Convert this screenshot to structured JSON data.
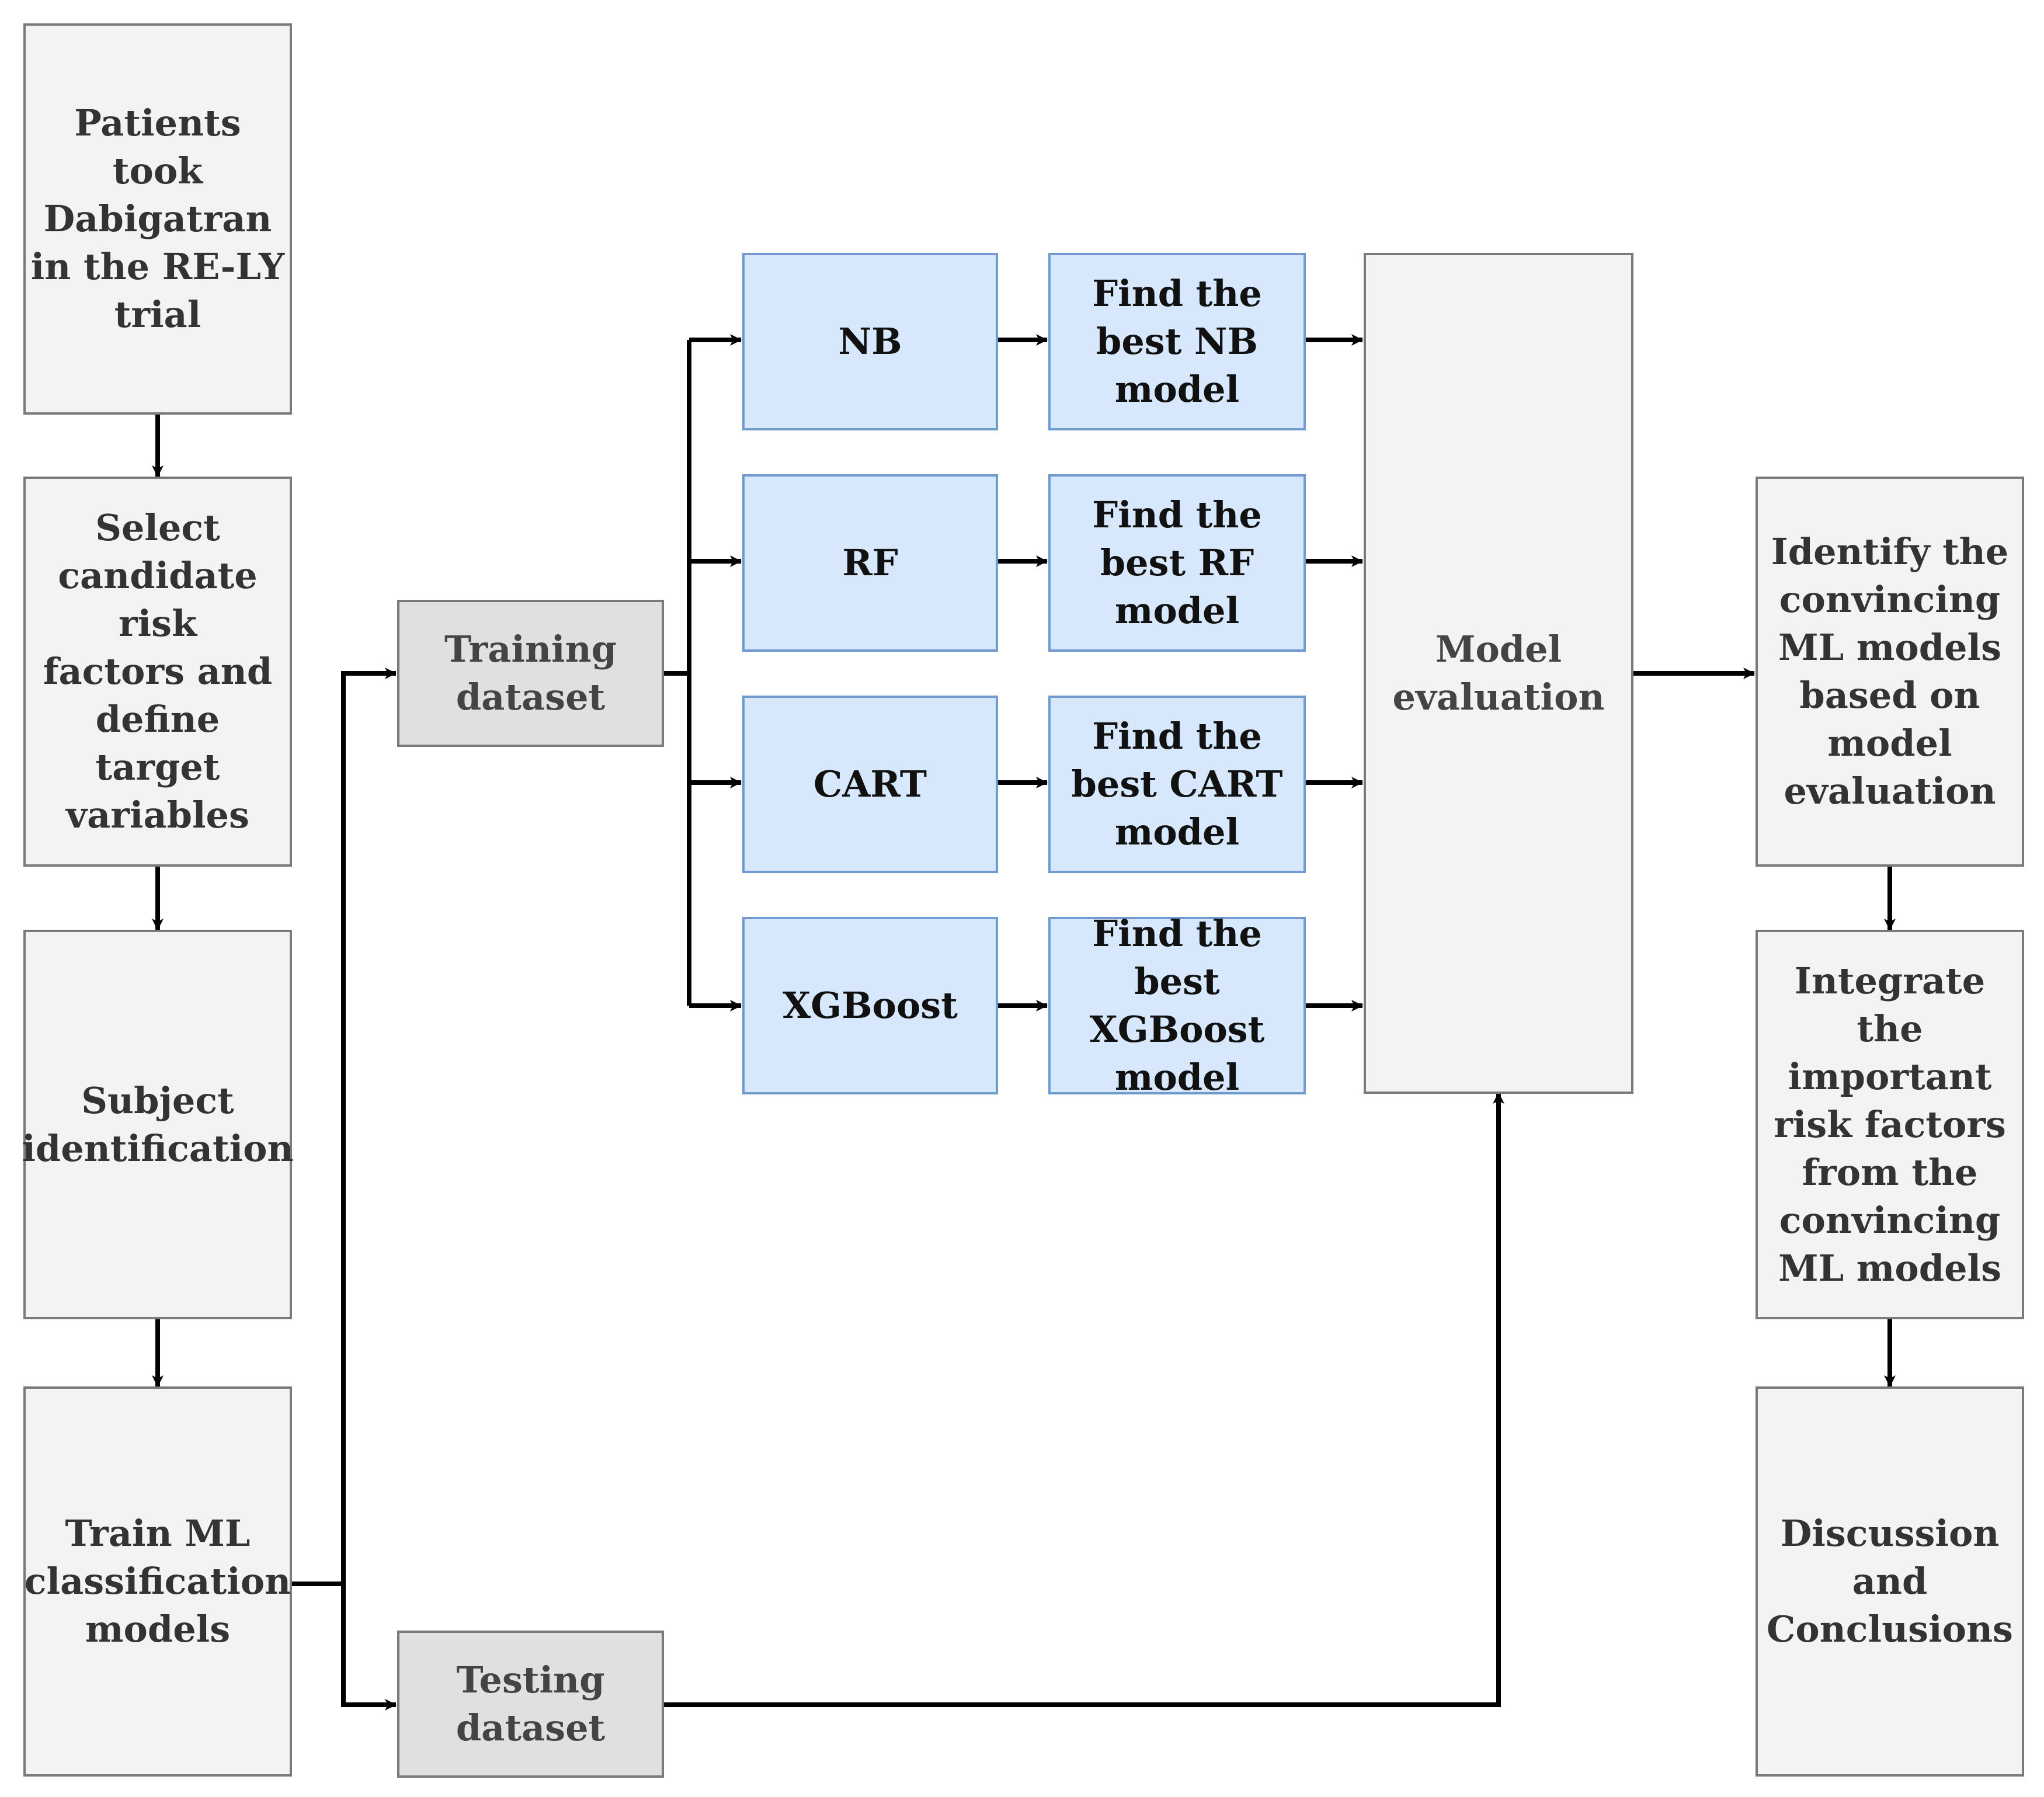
{
  "colors": {
    "process_fill": "#f4f3f4",
    "process_border": "#7a7a7a",
    "dataset_fill": "#e0e0e0",
    "model_fill": "#d7e8fc",
    "model_border": "#6f9bd0",
    "arrow": "#000000"
  },
  "pipeline": {
    "step1": "Patients\ntook\nDabigatran\nin the RE-LY\ntrial",
    "step2": "Select\ncandidate risk\nfactors and\ndefine target\nvariables",
    "step3": "Subject\nidentification",
    "step4": "Train ML\nclassification\nmodels"
  },
  "datasets": {
    "training": "Training\ndataset",
    "testing": "Testing\ndataset"
  },
  "models": [
    {
      "name": "NB",
      "best": "Find the\nbest NB\nmodel"
    },
    {
      "name": "RF",
      "best": "Find the\nbest RF\nmodel"
    },
    {
      "name": "CART",
      "best": "Find the\nbest CART\nmodel"
    },
    {
      "name": "XGBoost",
      "best": "Find the\nbest XGBoost\nmodel"
    }
  ],
  "evaluation": "Model\nevaluation",
  "outcomes": {
    "identify": "Identify the\nconvincing\nML models\nbased on\nmodel\nevaluation",
    "integrate": "Integrate the\nimportant\nrisk factors\nfrom the\nconvincing\nML models",
    "conclusion": "Discussion\nand\nConclusions"
  }
}
